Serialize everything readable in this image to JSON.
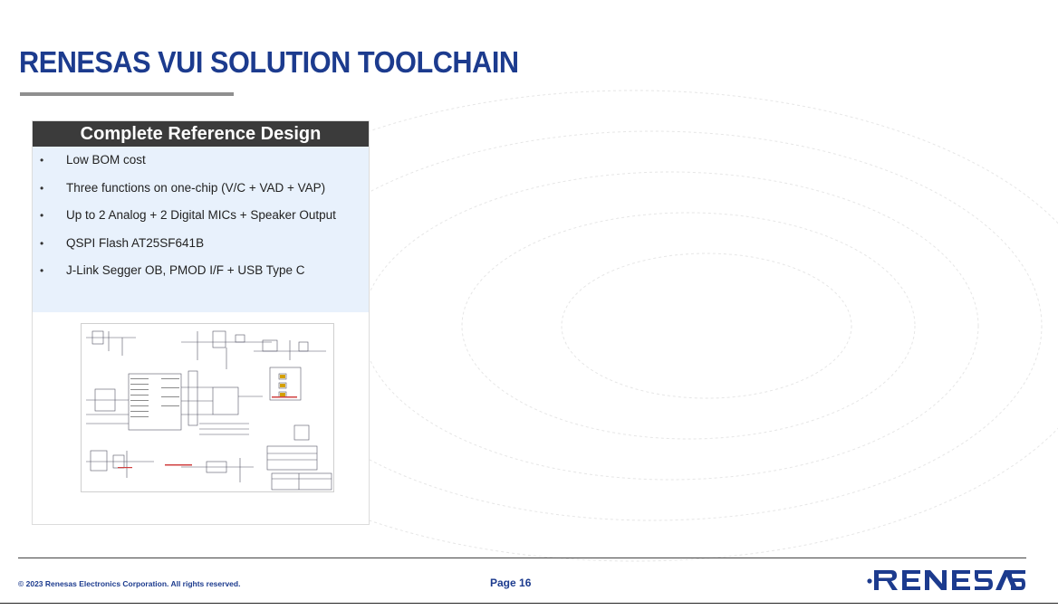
{
  "slide": {
    "title": "RENESAS VUI SOLUTION TOOLCHAIN"
  },
  "card": {
    "header": "Complete Reference Design",
    "bullets": [
      "Low BOM cost",
      "Three functions on one-chip (V/C + VAD  + VAP)",
      "Up to 2 Analog + 2 Digital MICs + Speaker Output",
      "QSPI Flash AT25SF641B",
      "J-Link Segger OB, PMOD I/F + USB Type C"
    ],
    "bullet_glyph": "•"
  },
  "footer": {
    "copyright": "© 2023 Renesas Electronics Corporation. All rights reserved.",
    "page": "Page 16",
    "logo_text": "RENESAS"
  },
  "colors": {
    "title": "#1c3b8e",
    "header_bg": "#3b3b3b",
    "card_body_bg": "#e8f1fc",
    "logo": "#1c3b8e"
  }
}
